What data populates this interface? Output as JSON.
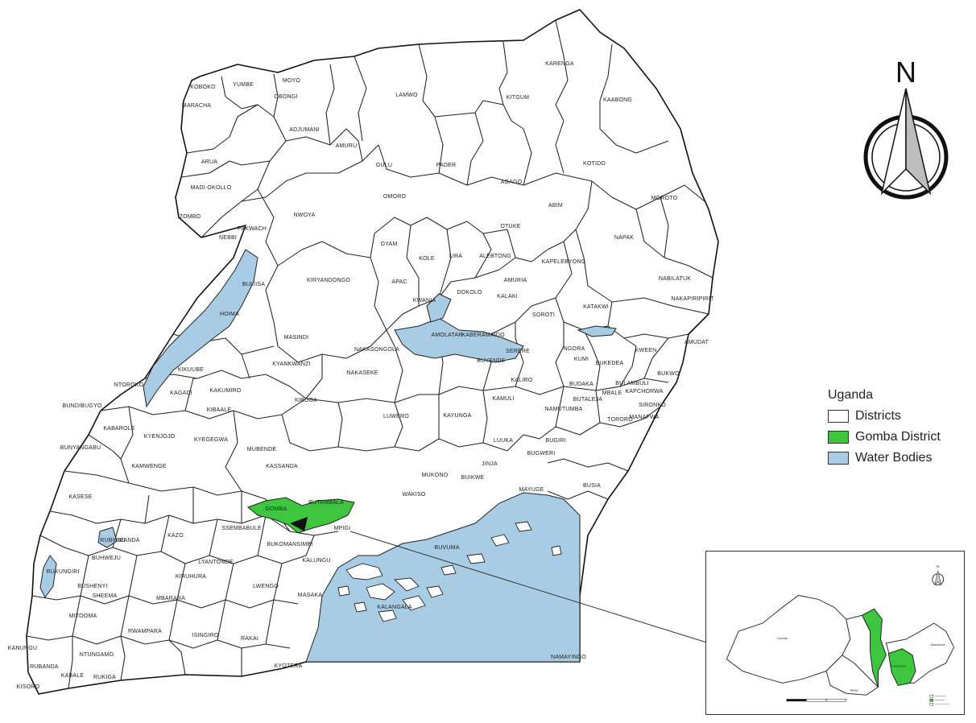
{
  "north_label": "N",
  "legend": {
    "title": "Uganda",
    "items": [
      {
        "label": "Districts",
        "color": "#ffffff"
      },
      {
        "label": "Gomba District",
        "color": "#3fc63f"
      },
      {
        "label": "Water Bodies",
        "color": "#a8cce4"
      }
    ]
  },
  "colors": {
    "district_fill": "#ffffff",
    "gomba": "#3fc63f",
    "water": "#a8cce4",
    "outline": "#222222"
  },
  "districts": [
    {
      "name": "KOBOKO"
    },
    {
      "name": "YUMBE"
    },
    {
      "name": "MOYO"
    },
    {
      "name": "OBONGI"
    },
    {
      "name": "MARACHA"
    },
    {
      "name": "ADJUMANI"
    },
    {
      "name": "LAMWO"
    },
    {
      "name": "KITGUM"
    },
    {
      "name": "KARENGA"
    },
    {
      "name": "KAABONG"
    },
    {
      "name": "ARUA"
    },
    {
      "name": "AMURU"
    },
    {
      "name": "GULU"
    },
    {
      "name": "PADER"
    },
    {
      "name": "AGAGO"
    },
    {
      "name": "KOTIDO"
    },
    {
      "name": "MADI-OKOLLO"
    },
    {
      "name": "ZOMBO"
    },
    {
      "name": "NEBBI"
    },
    {
      "name": "PAKWACH"
    },
    {
      "name": "NWOYA"
    },
    {
      "name": "OMORO"
    },
    {
      "name": "ABIM"
    },
    {
      "name": "MOROTO"
    },
    {
      "name": "OTUKE"
    },
    {
      "name": "OYAM"
    },
    {
      "name": "NAPAK"
    },
    {
      "name": "KOLE"
    },
    {
      "name": "LIRA"
    },
    {
      "name": "ALEBTONG"
    },
    {
      "name": "AMOLATAR"
    },
    {
      "name": "KIRYANDONGO"
    },
    {
      "name": "APAC"
    },
    {
      "name": "KAPELEBYONG"
    },
    {
      "name": "NABILATUK"
    },
    {
      "name": "NAKAPIRIPIRIT"
    },
    {
      "name": "BULIISA"
    },
    {
      "name": "KWANIA"
    },
    {
      "name": "DOKOLO"
    },
    {
      "name": "KALAKI"
    },
    {
      "name": "AMURIA"
    },
    {
      "name": "SOROTI"
    },
    {
      "name": "KATAKWI"
    },
    {
      "name": "HOIMA"
    },
    {
      "name": "MASINDI"
    },
    {
      "name": "KABERAMAIDO"
    },
    {
      "name": "SERERE"
    },
    {
      "name": "NGORA"
    },
    {
      "name": "AMUDAT"
    },
    {
      "name": "KIKUUBE"
    },
    {
      "name": "NAKASONGOLA"
    },
    {
      "name": "KUMI"
    },
    {
      "name": "BUKEDEA"
    },
    {
      "name": "KWEEN"
    },
    {
      "name": "BUKWO"
    },
    {
      "name": "KYANKWANZI"
    },
    {
      "name": "NAKASEKE"
    },
    {
      "name": "BUYENDE"
    },
    {
      "name": "BULAMBULI"
    },
    {
      "name": "KAPCHORWA"
    },
    {
      "name": "NTOROKO"
    },
    {
      "name": "KAGADI"
    },
    {
      "name": "KAKUMIRO"
    },
    {
      "name": "KALIRO"
    },
    {
      "name": "BUDAKA"
    },
    {
      "name": "MBALE"
    },
    {
      "name": "SIRONKO"
    },
    {
      "name": "BUNDIBUGYO"
    },
    {
      "name": "KIBAALE"
    },
    {
      "name": "KIBOGA"
    },
    {
      "name": "LUWERO"
    },
    {
      "name": "KAYUNGA"
    },
    {
      "name": "KAMULI"
    },
    {
      "name": "BUTALEJA"
    },
    {
      "name": "MANAFWA"
    },
    {
      "name": "KABAROLE"
    },
    {
      "name": "NAMUTUMBA"
    },
    {
      "name": "TORORO"
    },
    {
      "name": "BUNYANGABU"
    },
    {
      "name": "KYENJOJO"
    },
    {
      "name": "KYEGEGWA"
    },
    {
      "name": "MUBENDE"
    },
    {
      "name": "LUUKA"
    },
    {
      "name": "BUGIRI"
    },
    {
      "name": "BUGWERI"
    },
    {
      "name": "MUKONO"
    },
    {
      "name": "JINJA"
    },
    {
      "name": "BUIKWE"
    },
    {
      "name": "KAMWENGE"
    },
    {
      "name": "KASSANDA"
    },
    {
      "name": "GOMBA"
    },
    {
      "name": "KASESE"
    },
    {
      "name": "SSEMBABULE"
    },
    {
      "name": "BUTAMBALA"
    },
    {
      "name": "MAYUGE"
    },
    {
      "name": "BUSIA"
    },
    {
      "name": "KAZO"
    },
    {
      "name": "IBANDA"
    },
    {
      "name": "MPIGI"
    },
    {
      "name": "BUKOMANSIMBI"
    },
    {
      "name": "WAKISO"
    },
    {
      "name": "BUVUMA"
    },
    {
      "name": "RUBIRIZI"
    },
    {
      "name": "BUHWEJU"
    },
    {
      "name": "LYANTONDE"
    },
    {
      "name": "KALUNGU"
    },
    {
      "name": "KIRUHURA"
    },
    {
      "name": "RUKUNGIRI"
    },
    {
      "name": "SHEEMA"
    },
    {
      "name": "MBARARA"
    },
    {
      "name": "LWENGO"
    },
    {
      "name": "MASAKA"
    },
    {
      "name": "BUSHENYI"
    },
    {
      "name": "MITOOMA"
    },
    {
      "name": "KALANGALA"
    },
    {
      "name": "ISINGIRO"
    },
    {
      "name": "RWAMPARA"
    },
    {
      "name": "KANUNGU"
    },
    {
      "name": "NTUNGAMO"
    },
    {
      "name": "RAKAI"
    },
    {
      "name": "KYOTERA"
    },
    {
      "name": "NAMAYINGO"
    },
    {
      "name": "RUBANDA"
    },
    {
      "name": "KISORO"
    },
    {
      "name": "KABALE"
    },
    {
      "name": "RUKIGA"
    }
  ],
  "inset": {
    "labels": [
      "Butambala",
      "Gomba",
      "Mpigi",
      "Mawokota"
    ]
  }
}
